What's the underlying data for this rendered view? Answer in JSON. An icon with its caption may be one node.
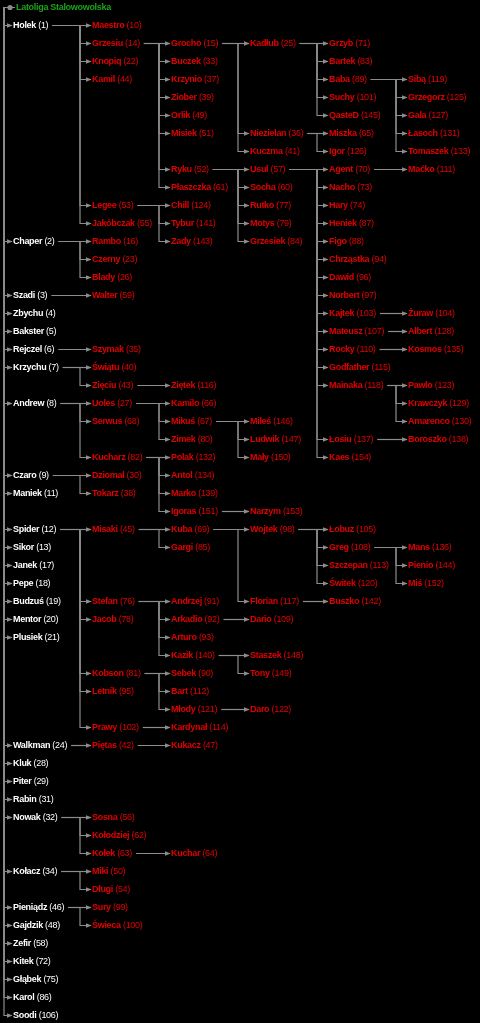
{
  "diagram": {
    "nodes": [
      {
        "text": [
          "Latoliga Stalowowolska"
        ]
      },
      {
        "text": [
          "**Holek** (1)"
        ]
      },
      {
        "text": [
          "**Maestro** (10)"
        ]
      },
      {
        "text": [
          "**Grzesiu** (14)"
        ]
      },
      {
        "text": [
          "**Grocho** (15)"
        ]
      },
      {
        "text": [
          "**Kadłub** (25)"
        ]
      },
      {
        "text": [
          "**Grzyb** (71)"
        ]
      },
      {
        "text": [
          "**Bartek** (83)"
        ]
      },
      {
        "text": [
          "**Baba** (89)"
        ]
      },
      {
        "text": [
          "**Sibą** (119)"
        ]
      },
      {
        "text": [
          "**Grzegorz** (125)"
        ]
      },
      {
        "text": [
          "**Gala** (127)"
        ]
      },
      {
        "text": [
          "**Łasoch** (131)"
        ]
      },
      {
        "text": [
          "**Tomaszek** (133)"
        ]
      },
      {
        "text": [
          "**Suchy** (101)"
        ]
      },
      {
        "text": [
          "**QasteD** (145)"
        ]
      },
      {
        "text": [
          "**Niezielan** (36)"
        ]
      },
      {
        "text": [
          "**Miszka** (65)"
        ]
      },
      {
        "text": [
          "**Igor** (126)"
        ]
      },
      {
        "text": [
          "**Kuczma** (41)"
        ]
      },
      {
        "text": [
          "**Buczek** (33)"
        ]
      },
      {
        "text": [
          "**Krzynio** (37)"
        ]
      },
      {
        "text": [
          "**Ziober** (39)"
        ]
      },
      {
        "text": [
          "**Orlik** (49)"
        ]
      },
      {
        "text": [
          "**Misiek** (51)"
        ]
      },
      {
        "text": [
          "**Ryku** (52)"
        ]
      },
      {
        "text": [
          "**Usul** (57)"
        ]
      },
      {
        "text": [
          "**Agent** (70)"
        ]
      },
      {
        "text": [
          "**Maćko** (111)"
        ]
      },
      {
        "text": [
          "**Nacho** (73)"
        ]
      },
      {
        "text": [
          "**Hary** (74)"
        ]
      },
      {
        "text": [
          "**Heniek** (87)"
        ]
      },
      {
        "text": [
          "**Figo** (88)"
        ]
      },
      {
        "text": [
          "**Chrząstka** (94)"
        ]
      },
      {
        "text": [
          "**Dawid** (96)"
        ]
      },
      {
        "text": [
          "**Norbert** (97)"
        ]
      },
      {
        "text": [
          "**Kajtek** (103)"
        ]
      },
      {
        "text": [
          "**Żuraw** (104)"
        ]
      },
      {
        "text": [
          "**Mateusz** (107)"
        ]
      },
      {
        "text": [
          "**Albert** (128)"
        ]
      },
      {
        "text": [
          "**Rocky** (110)"
        ]
      },
      {
        "text": [
          "**Kosmos** (135)"
        ]
      },
      {
        "text": [
          "**Godfather** (115)"
        ]
      },
      {
        "text": [
          "**Mainaka** (118)"
        ]
      },
      {
        "text": [
          "**Pawlo** (123)"
        ]
      },
      {
        "text": [
          "**Krawczyk** (129)"
        ]
      },
      {
        "text": [
          "**Amarenco** (130)"
        ]
      },
      {
        "text": [
          "**Łosiu** (137)"
        ]
      },
      {
        "text": [
          "**Boroszko** (138)"
        ]
      },
      {
        "text": [
          "**Kaes** (154)"
        ]
      },
      {
        "text": [
          "**Socha** (60)"
        ]
      },
      {
        "text": [
          "**Rutko** (77)"
        ]
      },
      {
        "text": [
          "**Motys** (79)"
        ]
      },
      {
        "text": [
          "**Grzesiek** (84)"
        ]
      },
      {
        "text": [
          "**Płaszczka** (61)"
        ]
      },
      {
        "text": [
          "**Knopiq** (22)"
        ]
      },
      {
        "text": [
          "**Kamil** (44)"
        ]
      },
      {
        "text": [
          "**Legee** (53)"
        ]
      },
      {
        "text": [
          "**Chill** (124)"
        ]
      },
      {
        "text": [
          "**Tybur** (141)"
        ]
      },
      {
        "text": [
          "**Zady** (143)"
        ]
      },
      {
        "text": [
          "**Jakóbczak** (55)"
        ]
      },
      {
        "text": [
          "**Chaper** (2)"
        ]
      },
      {
        "text": [
          "**Rambo** (16)"
        ]
      },
      {
        "text": [
          "**Czerny** (23)"
        ]
      },
      {
        "text": [
          "**Blady** (26)"
        ]
      },
      {
        "text": [
          "**Szadi** (3)"
        ]
      },
      {
        "text": [
          "**Walter** (59)"
        ]
      },
      {
        "text": [
          "**Zbychu** (4)"
        ]
      },
      {
        "text": [
          "**Bakster** (5)"
        ]
      },
      {
        "text": [
          "**Rejczel** (6)"
        ]
      },
      {
        "text": [
          "**Szymak** (35)"
        ]
      },
      {
        "text": [
          "**Krzychu** (7)"
        ]
      },
      {
        "text": [
          "**Świątu** (40)"
        ]
      },
      {
        "text": [
          "**Zięciu** (43)"
        ]
      },
      {
        "text": [
          "**Ziętek** (116)"
        ]
      },
      {
        "text": [
          "**Andrew** (8)"
        ]
      },
      {
        "text": [
          "**Uoles** (27)"
        ]
      },
      {
        "text": [
          "**Kamilo** (66)"
        ]
      },
      {
        "text": [
          "**Mikuś** (67)"
        ]
      },
      {
        "text": [
          "**Mileś** (146)"
        ]
      },
      {
        "text": [
          "**Ludwik** (147)"
        ]
      },
      {
        "text": [
          "**Mały** (150)"
        ]
      },
      {
        "text": [
          "**Zimek** (80)"
        ]
      },
      {
        "text": [
          "**Serwus** (68)"
        ]
      },
      {
        "text": [
          "**Kucharz** (82)"
        ]
      },
      {
        "text": [
          "**Polak** (132)"
        ]
      },
      {
        "text": [
          "**Antol** (134)"
        ]
      },
      {
        "text": [
          "**Marko** (139)"
        ]
      },
      {
        "text": [
          "**Igoras** (151)"
        ]
      },
      {
        "text": [
          "**Narzym** (153)"
        ]
      },
      {
        "text": [
          "**Czaro** (9)"
        ]
      },
      {
        "text": [
          "**Dziomal** (30)"
        ]
      },
      {
        "text": [
          "**Tokarz** (38)"
        ]
      },
      {
        "text": [
          "**Maniek** (11)"
        ]
      },
      {
        "text": [
          "**Spider** (12)"
        ]
      },
      {
        "text": [
          "**Misaki** (45)"
        ]
      },
      {
        "text": [
          "**Kuba** (69)"
        ]
      },
      {
        "text": [
          "**Wojtek** (98)"
        ]
      },
      {
        "text": [
          "**Łobuz** (105)"
        ]
      },
      {
        "text": [
          "**Greg** (108)"
        ]
      },
      {
        "text": [
          "**Mans** (136)"
        ]
      },
      {
        "text": [
          "**Pienio** (144)"
        ]
      },
      {
        "text": [
          "**Miś** (152)"
        ]
      },
      {
        "text": [
          "**Szczepan** (113)"
        ]
      },
      {
        "text": [
          "**Świtek** (120)"
        ]
      },
      {
        "text": [
          "**Florian** (117)"
        ]
      },
      {
        "text": [
          "**Buszko** (142)"
        ]
      },
      {
        "text": [
          "**Gargi** (85)"
        ]
      },
      {
        "text": [
          "**Stefan** (76)"
        ]
      },
      {
        "text": [
          "**Andrzej** (91)"
        ]
      },
      {
        "text": [
          "**Arkadio** (92)"
        ]
      },
      {
        "text": [
          "**Dario** (109)"
        ]
      },
      {
        "text": [
          "**Arturo** (93)"
        ]
      },
      {
        "text": [
          "**Kazik** (140)"
        ]
      },
      {
        "text": [
          "**Staszek** (148)"
        ]
      },
      {
        "text": [
          "**Tony** (149)"
        ]
      },
      {
        "text": [
          "**Jacob** (78)"
        ]
      },
      {
        "text": [
          "**Kobson** (81)"
        ]
      },
      {
        "text": [
          "**Sebek** (90)"
        ]
      },
      {
        "text": [
          "**Bart** (112)"
        ]
      },
      {
        "text": [
          "**Młody** (121)"
        ]
      },
      {
        "text": [
          "**Daro** (122)"
        ]
      },
      {
        "text": [
          "**Letnik** (95)"
        ]
      },
      {
        "text": [
          "**Prawy** (102)"
        ]
      },
      {
        "text": [
          "**Kardynał** (114)"
        ]
      },
      {
        "text": [
          "**Sikor** (13)"
        ]
      },
      {
        "text": [
          "**Janek** (17)"
        ]
      },
      {
        "text": [
          "**Pepe** (18)"
        ]
      },
      {
        "text": [
          "**Budzuś** (19)"
        ]
      },
      {
        "text": [
          "**Mentor** (20)"
        ]
      },
      {
        "text": [
          "**Plusiek** (21)"
        ]
      },
      {
        "text": [
          "**Walkman** (24)"
        ]
      },
      {
        "text": [
          "**Piętas** (42)"
        ]
      },
      {
        "text": [
          "**Kukacz** (47)"
        ]
      },
      {
        "text": [
          "**Kluk** (28)"
        ]
      },
      {
        "text": [
          "**Piter** (29)"
        ]
      },
      {
        "text": [
          "**Rabin** (31)"
        ]
      },
      {
        "text": [
          "**Nowak** (32)"
        ]
      },
      {
        "text": [
          "**Sosna** (56)"
        ]
      },
      {
        "text": [
          "**Kołodziej** (62)"
        ]
      },
      {
        "text": [
          "**Kołek** (63)"
        ]
      },
      {
        "text": [
          "**Kuchar** (64)"
        ]
      },
      {
        "text": [
          "**Kołacz** (34)"
        ]
      },
      {
        "text": [
          "**Miki** (50)"
        ]
      },
      {
        "text": [
          "**Długi** (54)"
        ]
      },
      {
        "text": [
          "**Pieniądz** (46)"
        ]
      },
      {
        "text": [
          "**Sury** (99)"
        ]
      },
      {
        "text": [
          "**Gajdzik** (48)"
        ]
      },
      {
        "text": [
          "**Świeca** (100)"
        ]
      },
      {
        "text": [
          "**Zefir** (58)"
        ]
      },
      {
        "text": [
          "**Kitek** (72)"
        ]
      },
      {
        "text": [
          "**Głąbek** (75)"
        ]
      },
      {
        "text": [
          "**Karol** (86)"
        ]
      },
      {
        "text": [
          "**Soodi** (106)"
        ]
      }
    ],
    "edges": [
      {
        "from": 0,
        "to": 1,
        "arrow": "to"
      },
      {
        "from": 1,
        "to": 2,
        "arrow": "to"
      },
      {
        "from": 1,
        "to": 3,
        "arrow": "to"
      },
      {
        "from": 3,
        "to": 4,
        "arrow": "to"
      },
      {
        "from": 4,
        "to": 5,
        "arrow": "to"
      },
      {
        "from": 5,
        "to": 6,
        "arrow": "to"
      },
      {
        "from": 5,
        "to": 7,
        "arrow": "to"
      },
      {
        "from": 5,
        "to": 8,
        "arrow": "to"
      },
      {
        "from": 8,
        "to": 9,
        "arrow": "to"
      },
      {
        "from": 8,
        "to": 10,
        "arrow": "to"
      },
      {
        "from": 8,
        "to": 11,
        "arrow": "to"
      },
      {
        "from": 8,
        "to": 12,
        "arrow": "to"
      },
      {
        "from": 8,
        "to": 13,
        "arrow": "to"
      },
      {
        "from": 5,
        "to": 14,
        "arrow": "to"
      },
      {
        "from": 5,
        "to": 15,
        "arrow": "to"
      },
      {
        "from": 4,
        "to": 16,
        "arrow": "to"
      },
      {
        "from": 16,
        "to": 17,
        "arrow": "to"
      },
      {
        "from": 16,
        "to": 18,
        "arrow": "to"
      },
      {
        "from": 4,
        "to": 19,
        "arrow": "to"
      },
      {
        "from": 3,
        "to": 20,
        "arrow": "to"
      },
      {
        "from": 3,
        "to": 21,
        "arrow": "to"
      },
      {
        "from": 3,
        "to": 22,
        "arrow": "to"
      },
      {
        "from": 3,
        "to": 23,
        "arrow": "to"
      },
      {
        "from": 3,
        "to": 24,
        "arrow": "to"
      },
      {
        "from": 3,
        "to": 25,
        "arrow": "to"
      },
      {
        "from": 25,
        "to": 26,
        "arrow": "to"
      },
      {
        "from": 26,
        "to": 27,
        "arrow": "to"
      },
      {
        "from": 27,
        "to": 28,
        "arrow": "to"
      },
      {
        "from": 26,
        "to": 29,
        "arrow": "to"
      },
      {
        "from": 26,
        "to": 30,
        "arrow": "to"
      },
      {
        "from": 26,
        "to": 31,
        "arrow": "to"
      },
      {
        "from": 26,
        "to": 32,
        "arrow": "to"
      },
      {
        "from": 26,
        "to": 33,
        "arrow": "to"
      },
      {
        "from": 26,
        "to": 34,
        "arrow": "to"
      },
      {
        "from": 26,
        "to": 35,
        "arrow": "to"
      },
      {
        "from": 26,
        "to": 36,
        "arrow": "to"
      },
      {
        "from": 36,
        "to": 37,
        "arrow": "to"
      },
      {
        "from": 26,
        "to": 38,
        "arrow": "to"
      },
      {
        "from": 38,
        "to": 39,
        "arrow": "to"
      },
      {
        "from": 26,
        "to": 40,
        "arrow": "to"
      },
      {
        "from": 40,
        "to": 41,
        "arrow": "to"
      },
      {
        "from": 26,
        "to": 42,
        "arrow": "to"
      },
      {
        "from": 26,
        "to": 43,
        "arrow": "to"
      },
      {
        "from": 43,
        "to": 44,
        "arrow": "to"
      },
      {
        "from": 43,
        "to": 45,
        "arrow": "to"
      },
      {
        "from": 43,
        "to": 46,
        "arrow": "to"
      },
      {
        "from": 26,
        "to": 47,
        "arrow": "to"
      },
      {
        "from": 47,
        "to": 48,
        "arrow": "to"
      },
      {
        "from": 26,
        "to": 49,
        "arrow": "to"
      },
      {
        "from": 25,
        "to": 50,
        "arrow": "to"
      },
      {
        "from": 25,
        "to": 51,
        "arrow": "to"
      },
      {
        "from": 25,
        "to": 52,
        "arrow": "to"
      },
      {
        "from": 25,
        "to": 53,
        "arrow": "to"
      },
      {
        "from": 3,
        "to": 54,
        "arrow": "to"
      },
      {
        "from": 1,
        "to": 55,
        "arrow": "to"
      },
      {
        "from": 1,
        "to": 56,
        "arrow": "to"
      },
      {
        "from": 1,
        "to": 57,
        "arrow": "to"
      },
      {
        "from": 57,
        "to": 58,
        "arrow": "to"
      },
      {
        "from": 57,
        "to": 59,
        "arrow": "to"
      },
      {
        "from": 57,
        "to": 60,
        "arrow": "to"
      },
      {
        "from": 1,
        "to": 61,
        "arrow": "to"
      },
      {
        "from": 0,
        "to": 62,
        "arrow": "to"
      },
      {
        "from": 62,
        "to": 63,
        "arrow": "to"
      },
      {
        "from": 62,
        "to": 64,
        "arrow": "to"
      },
      {
        "from": 62,
        "to": 65,
        "arrow": "to"
      },
      {
        "from": 0,
        "to": 66,
        "arrow": "to"
      },
      {
        "from": 66,
        "to": 67,
        "arrow": "to"
      },
      {
        "from": 0,
        "to": 68,
        "arrow": "to"
      },
      {
        "from": 0,
        "to": 69,
        "arrow": "to"
      },
      {
        "from": 0,
        "to": 70,
        "arrow": "to"
      },
      {
        "from": 70,
        "to": 71,
        "arrow": "to"
      },
      {
        "from": 0,
        "to": 72,
        "arrow": "to"
      },
      {
        "from": 72,
        "to": 73,
        "arrow": "to"
      },
      {
        "from": 72,
        "to": 74,
        "arrow": "to"
      },
      {
        "from": 74,
        "to": 75,
        "arrow": "to"
      },
      {
        "from": 0,
        "to": 76,
        "arrow": "to"
      },
      {
        "from": 76,
        "to": 77,
        "arrow": "to"
      },
      {
        "from": 77,
        "to": 78,
        "arrow": "to"
      },
      {
        "from": 77,
        "to": 79,
        "arrow": "to"
      },
      {
        "from": 79,
        "to": 80,
        "arrow": "to"
      },
      {
        "from": 79,
        "to": 81,
        "arrow": "to"
      },
      {
        "from": 79,
        "to": 82,
        "arrow": "to"
      },
      {
        "from": 77,
        "to": 83,
        "arrow": "to"
      },
      {
        "from": 76,
        "to": 84,
        "arrow": "to"
      },
      {
        "from": 76,
        "to": 85,
        "arrow": "to"
      },
      {
        "from": 85,
        "to": 86,
        "arrow": "to"
      },
      {
        "from": 85,
        "to": 87,
        "arrow": "to"
      },
      {
        "from": 85,
        "to": 88,
        "arrow": "to"
      },
      {
        "from": 85,
        "to": 89,
        "arrow": "to"
      },
      {
        "from": 89,
        "to": 90,
        "arrow": "to"
      },
      {
        "from": 0,
        "to": 91,
        "arrow": "to"
      },
      {
        "from": 91,
        "to": 92,
        "arrow": "to"
      },
      {
        "from": 91,
        "to": 93,
        "arrow": "to"
      },
      {
        "from": 0,
        "to": 94,
        "arrow": "to"
      },
      {
        "from": 0,
        "to": 95,
        "arrow": "to"
      },
      {
        "from": 95,
        "to": 96,
        "arrow": "to"
      },
      {
        "from": 96,
        "to": 97,
        "arrow": "to"
      },
      {
        "from": 97,
        "to": 98,
        "arrow": "to"
      },
      {
        "from": 98,
        "to": 99,
        "arrow": "to"
      },
      {
        "from": 98,
        "to": 100,
        "arrow": "to"
      },
      {
        "from": 100,
        "to": 101,
        "arrow": "to"
      },
      {
        "from": 100,
        "to": 102,
        "arrow": "to"
      },
      {
        "from": 100,
        "to": 103,
        "arrow": "to"
      },
      {
        "from": 98,
        "to": 104,
        "arrow": "to"
      },
      {
        "from": 98,
        "to": 105,
        "arrow": "to"
      },
      {
        "from": 97,
        "to": 106,
        "arrow": "to"
      },
      {
        "from": 106,
        "to": 107,
        "arrow": "to"
      },
      {
        "from": 96,
        "to": 108,
        "arrow": "to"
      },
      {
        "from": 95,
        "to": 109,
        "arrow": "to"
      },
      {
        "from": 109,
        "to": 110,
        "arrow": "to"
      },
      {
        "from": 109,
        "to": 111,
        "arrow": "to"
      },
      {
        "from": 111,
        "to": 112,
        "arrow": "to"
      },
      {
        "from": 109,
        "to": 113,
        "arrow": "to"
      },
      {
        "from": 109,
        "to": 114,
        "arrow": "to"
      },
      {
        "from": 114,
        "to": 115,
        "arrow": "to"
      },
      {
        "from": 114,
        "to": 116,
        "arrow": "to"
      },
      {
        "from": 95,
        "to": 117,
        "arrow": "to"
      },
      {
        "from": 95,
        "to": 118,
        "arrow": "to"
      },
      {
        "from": 118,
        "to": 119,
        "arrow": "to"
      },
      {
        "from": 118,
        "to": 120,
        "arrow": "to"
      },
      {
        "from": 118,
        "to": 121,
        "arrow": "to"
      },
      {
        "from": 121,
        "to": 122,
        "arrow": "to"
      },
      {
        "from": 95,
        "to": 123,
        "arrow": "to"
      },
      {
        "from": 95,
        "to": 124,
        "arrow": "to"
      },
      {
        "from": 124,
        "to": 125,
        "arrow": "to"
      },
      {
        "from": 0,
        "to": 126,
        "arrow": "to"
      },
      {
        "from": 0,
        "to": 127,
        "arrow": "to"
      },
      {
        "from": 0,
        "to": 128,
        "arrow": "to"
      },
      {
        "from": 0,
        "to": 129,
        "arrow": "to"
      },
      {
        "from": 0,
        "to": 130,
        "arrow": "to"
      },
      {
        "from": 0,
        "to": 131,
        "arrow": "to"
      },
      {
        "from": 0,
        "to": 132,
        "arrow": "to"
      },
      {
        "from": 132,
        "to": 133,
        "arrow": "to"
      },
      {
        "from": 133,
        "to": 134,
        "arrow": "to"
      },
      {
        "from": 0,
        "to": 135,
        "arrow": "to"
      },
      {
        "from": 0,
        "to": 136,
        "arrow": "to"
      },
      {
        "from": 0,
        "to": 137,
        "arrow": "to"
      },
      {
        "from": 0,
        "to": 138,
        "arrow": "to"
      },
      {
        "from": 138,
        "to": 139,
        "arrow": "to"
      },
      {
        "from": 138,
        "to": 140,
        "arrow": "to"
      },
      {
        "from": 138,
        "to": 141,
        "arrow": "to"
      },
      {
        "from": 141,
        "to": 142,
        "arrow": "to"
      },
      {
        "from": 0,
        "to": 143,
        "arrow": "to"
      },
      {
        "from": 143,
        "to": 144,
        "arrow": "to"
      },
      {
        "from": 143,
        "to": 145,
        "arrow": "to"
      },
      {
        "from": 0,
        "to": 146,
        "arrow": "to"
      },
      {
        "from": 146,
        "to": 147,
        "arrow": "to"
      },
      {
        "from": 0,
        "to": 148,
        "arrow": "to"
      },
      {
        "from": 146,
        "to": 149,
        "arrow": "to"
      },
      {
        "from": 0,
        "to": 150,
        "arrow": "to"
      },
      {
        "from": 0,
        "to": 151,
        "arrow": "to"
      },
      {
        "from": 0,
        "to": 152,
        "arrow": "to"
      },
      {
        "from": 0,
        "to": 153,
        "arrow": "to"
      },
      {
        "from": 0,
        "to": 154,
        "arrow": "to"
      }
    ]
  }
}
